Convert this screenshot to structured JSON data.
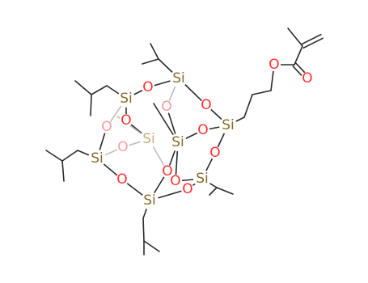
{
  "molecule": {
    "colors": {
      "bond": "#2b2b2b",
      "bond_faint": "#bdbdbd",
      "silicon": "#8a6a2a",
      "silicon_faint": "#c9ad7f",
      "oxygen": "#ff3030",
      "oxygen_faint": "#ff9a9a",
      "background": "#ffffff"
    },
    "atoms": [
      {
        "id": "si1",
        "element": "Si",
        "label": "Si",
        "faint": false
      },
      {
        "id": "si2",
        "element": "Si",
        "label": "Si",
        "faint": false
      },
      {
        "id": "si3",
        "element": "Si",
        "label": "Si",
        "faint": false
      },
      {
        "id": "si4",
        "element": "Si",
        "label": "Si",
        "faint": true
      },
      {
        "id": "si5",
        "element": "Si",
        "label": "Si",
        "faint": false
      },
      {
        "id": "si6",
        "element": "Si",
        "label": "Si",
        "faint": false
      },
      {
        "id": "si7",
        "element": "Si",
        "label": "Si",
        "faint": false
      },
      {
        "id": "si8",
        "element": "Si",
        "label": "Si",
        "faint": false
      },
      {
        "id": "o1",
        "element": "O",
        "label": "O",
        "faint": false
      },
      {
        "id": "o2",
        "element": "O",
        "label": "O",
        "faint": true
      },
      {
        "id": "o3",
        "element": "O",
        "label": "O",
        "faint": false
      },
      {
        "id": "o4",
        "element": "O",
        "label": "O",
        "faint": false
      },
      {
        "id": "o5",
        "element": "O",
        "label": "O",
        "faint": false
      },
      {
        "id": "o6",
        "element": "O",
        "label": "O",
        "faint": true
      },
      {
        "id": "o7",
        "element": "O",
        "label": "O",
        "faint": false
      },
      {
        "id": "o8",
        "element": "O",
        "label": "O",
        "faint": true
      },
      {
        "id": "o9",
        "element": "O",
        "label": "O",
        "faint": false
      },
      {
        "id": "o10",
        "element": "O",
        "label": "O",
        "faint": false
      },
      {
        "id": "o11",
        "element": "O",
        "label": "O",
        "faint": false
      },
      {
        "id": "o12",
        "element": "O",
        "label": "O",
        "faint": false
      },
      {
        "id": "o_ester",
        "element": "O",
        "label": "O",
        "faint": false
      },
      {
        "id": "o_carbonyl",
        "element": "O",
        "label": "O",
        "faint": false
      }
    ]
  }
}
